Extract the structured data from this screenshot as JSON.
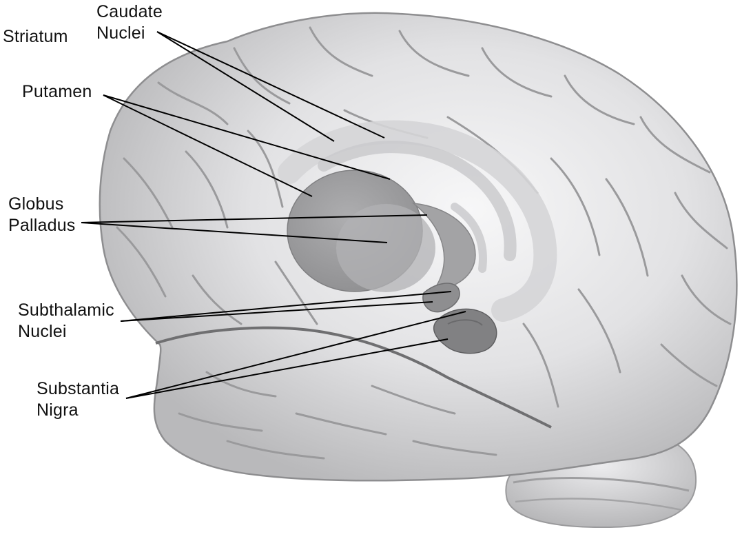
{
  "labels": {
    "striatum": "Striatum",
    "caudate_nuclei": [
      "Caudate",
      "Nuclei"
    ],
    "putamen": "Putamen",
    "globus_palladus": [
      "Globus",
      "Palladus"
    ],
    "subthalamic_nuclei": [
      "Subthalamic",
      "Nuclei"
    ],
    "substantia_nigra": [
      "Substantia",
      "Nigra"
    ]
  },
  "colors": {
    "brain_fill": "#dcdcde",
    "brain_shadow": "#a9a9ab",
    "sulcus": "#8c8c8e",
    "basal_ganglia": "#9a9a9c",
    "leader_line": "#000000"
  }
}
